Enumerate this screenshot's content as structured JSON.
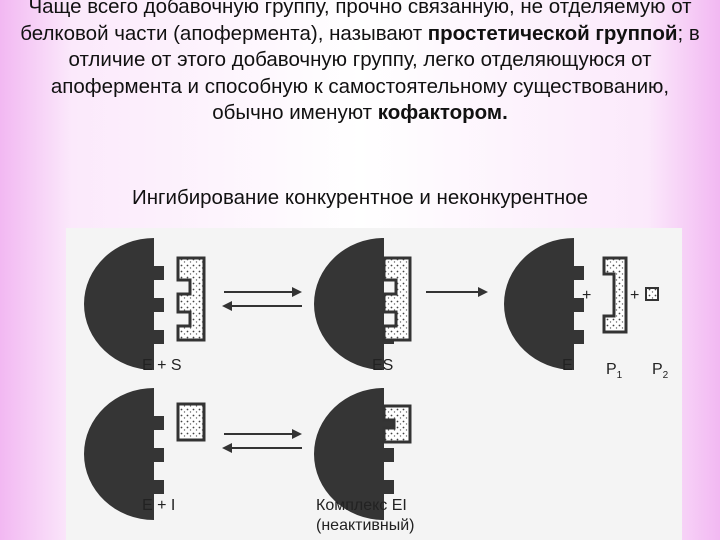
{
  "paragraph": {
    "t1": "Чаще всего добавочную группу, прочно связанную, не отделяемую от белковой части (апофермента), называют ",
    "bold1": "простетической группой",
    "t2": "; в отличие от этого добавочную группу, легко отделяющуюся от апофермента и способную к самостоятельному существованию, обычно именуют ",
    "bold2": "кофактором."
  },
  "subtitle": "Ингибирование конкурентное и неконкурентное",
  "diagram": {
    "label_es_plus": "E + S",
    "label_es": "ES",
    "label_e": "E",
    "label_p1": "P",
    "label_p1_sub": "1",
    "label_p2": "P",
    "label_p2_sub": "2",
    "label_plus_a": "+",
    "label_plus_b": "+",
    "label_ei_plus": "E + I",
    "label_complex": "Комплекс EI",
    "label_inactive": "(неактивный)"
  }
}
